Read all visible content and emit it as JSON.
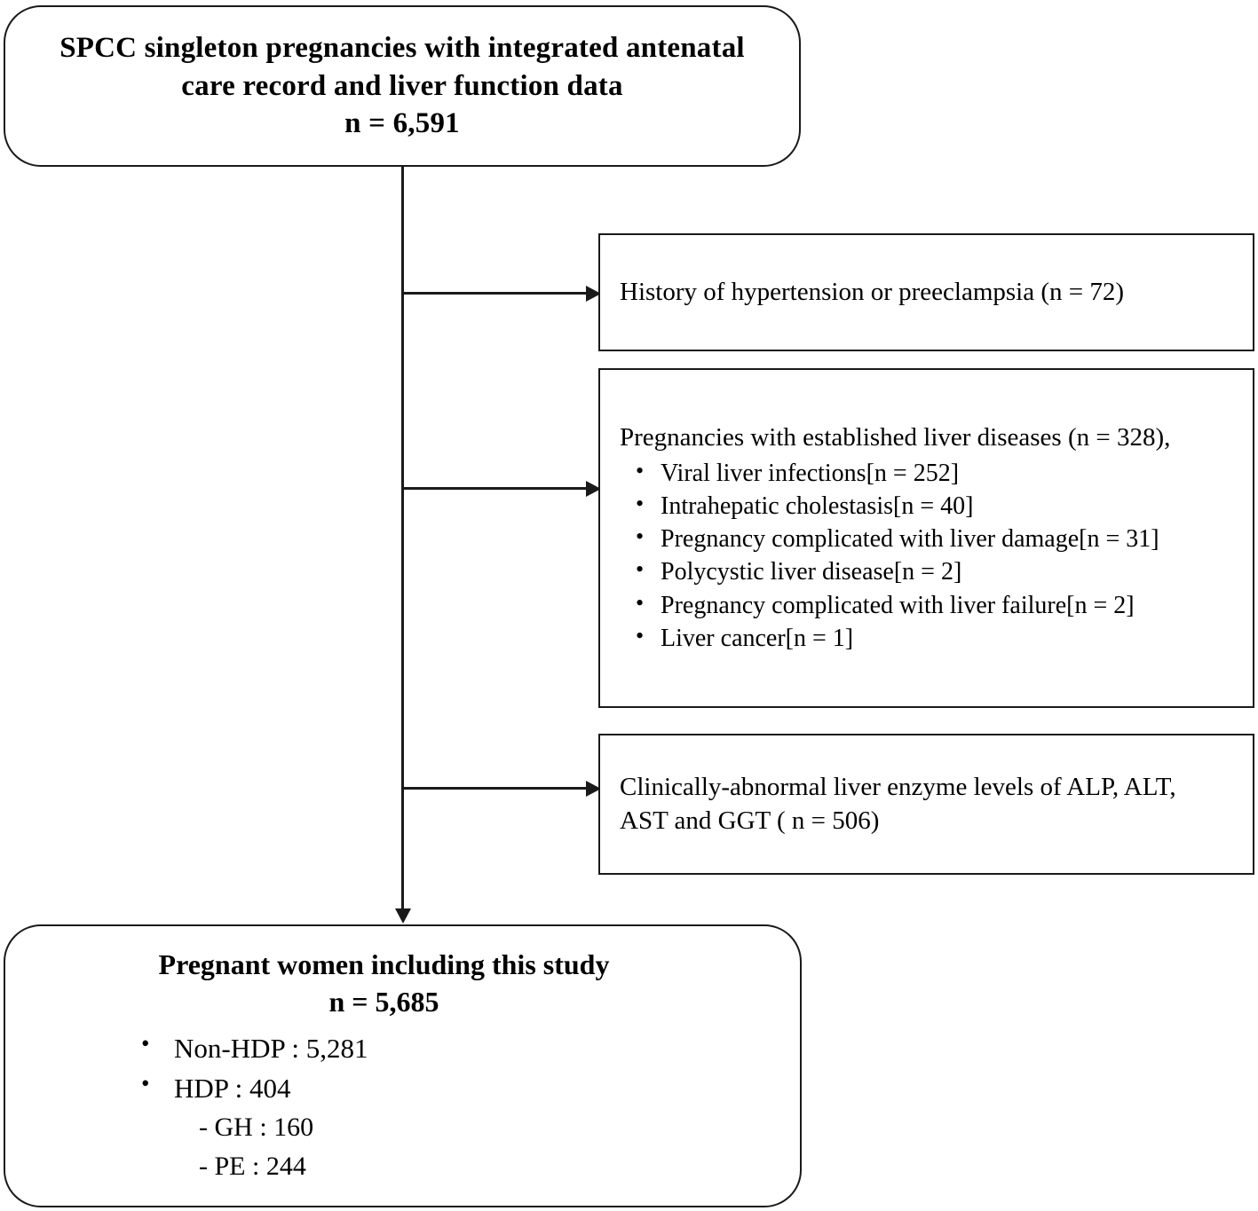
{
  "diagram": {
    "type": "study-flow-diagram",
    "title": "Participant selection flow",
    "line_color": "#1a1a1a",
    "background": "#ffffff"
  },
  "enrolled": {
    "line1": "SPCC singleton pregnancies with integrated antenatal",
    "line2": "care record and liver function data",
    "line3": "n = 6,591"
  },
  "exclusions": [
    {
      "id": "history-hypertension-preeclampsia",
      "heading": "History of hypertension  or preeclampsia  (n = 72)",
      "bullets": []
    },
    {
      "id": "established-liver-diseases",
      "heading": "Pregnancies  with established  liver diseases  (n = 328),",
      "bullets": [
        "Viral liver infections[n = 252]",
        "Intrahepatic cholestasis[n = 40]",
        "Pregnancy complicated with liver  damage[n = 31]",
        "Polycystic liver  disease[n = 2]",
        "Pregnancy complicated with liver  failure[n  = 2]",
        "Liver cancer[n = 1]"
      ]
    },
    {
      "id": "clinically-abnormal-enzymes",
      "heading_line1": "Clinically-abnormal  liver enzyme  levels of ALP, ALT,",
      "heading_line2": "AST and GGT  ( n = 506)",
      "bullets": []
    }
  ],
  "included": {
    "title_line1": "Pregnant women including this study",
    "title_line2": "n = 5,685",
    "items": [
      {
        "label": "Non-HDP :  5,281",
        "bullet": true,
        "sub": false
      },
      {
        "label": "HDP : 404",
        "bullet": true,
        "sub": false
      },
      {
        "label": "- GH : 160",
        "bullet": false,
        "sub": true
      },
      {
        "label": "- PE : 244",
        "bullet": false,
        "sub": true
      }
    ]
  }
}
